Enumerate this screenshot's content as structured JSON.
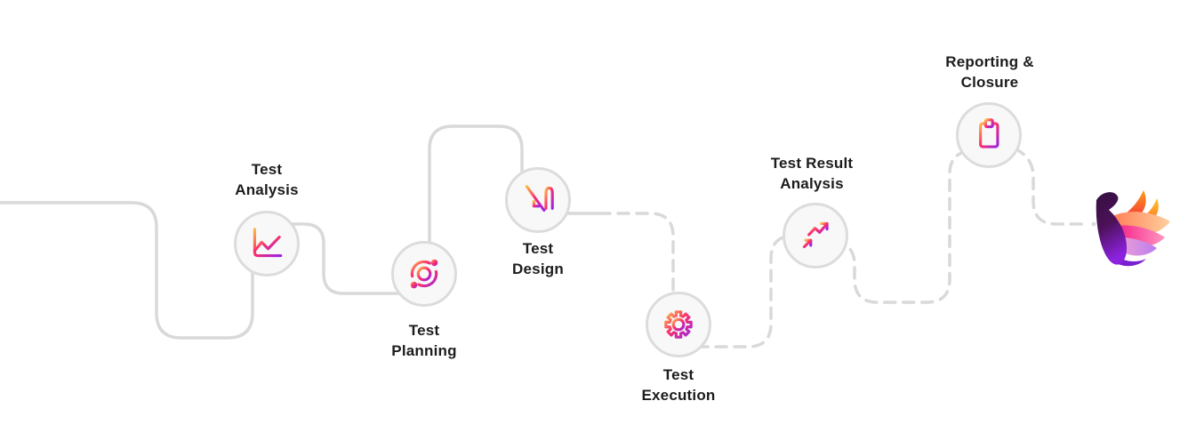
{
  "diagram_title": "software-testing-lifecycle-flow",
  "palette": {
    "background": "#ffffff",
    "connector_gray": "#d9d9d9",
    "node_fill": "#f8f8f8",
    "node_border": "#dcdcdc",
    "label_color": "#1c1c1c",
    "icon_gradient": [
      "#FFB649",
      "#FA2E6E",
      "#9A23E8"
    ]
  },
  "stages": [
    {
      "id": "test-analysis",
      "label_line1": "Test",
      "label_line2": "Analysis",
      "label_position": "above",
      "icon": "analysis-line-chart-icon"
    },
    {
      "id": "test-planning",
      "label_line1": "Test",
      "label_line2": "Planning",
      "label_position": "below",
      "icon": "planning-orbit-icon"
    },
    {
      "id": "test-design",
      "label_line1": "Test",
      "label_line2": "Design",
      "label_position": "below",
      "icon": "design-ruler-pen-icon"
    },
    {
      "id": "test-execution",
      "label_line1": "Test",
      "label_line2": "Execution",
      "label_position": "below",
      "icon": "execution-gear-icon"
    },
    {
      "id": "test-result-analysis",
      "label_line1": "Test Result",
      "label_line2": "Analysis",
      "label_position": "above",
      "icon": "result-trend-arrow-icon"
    },
    {
      "id": "reporting-closure",
      "label_line1": "Reporting &",
      "label_line2": "Closure",
      "label_position": "above",
      "icon": "report-clipboard-icon"
    }
  ],
  "logo": {
    "name": "phoenix-bird-logo"
  }
}
